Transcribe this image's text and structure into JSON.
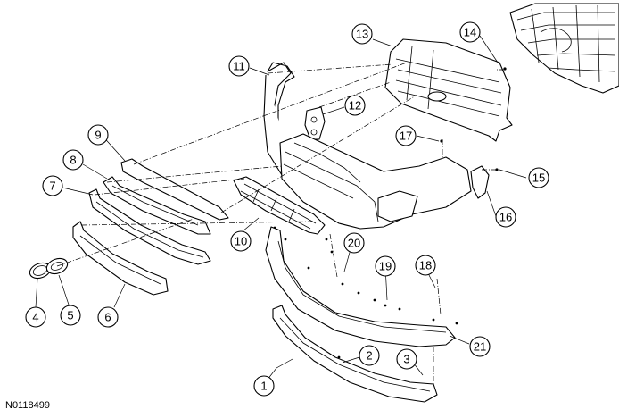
{
  "figure": {
    "reference_code": "N0118499",
    "callouts": [
      {
        "id": "c1",
        "label": "1"
      },
      {
        "id": "c2",
        "label": "2"
      },
      {
        "id": "c3",
        "label": "3"
      },
      {
        "id": "c4",
        "label": "4"
      },
      {
        "id": "c5",
        "label": "5"
      },
      {
        "id": "c6",
        "label": "6"
      },
      {
        "id": "c7",
        "label": "7"
      },
      {
        "id": "c8",
        "label": "8"
      },
      {
        "id": "c9",
        "label": "9"
      },
      {
        "id": "c10",
        "label": "10"
      },
      {
        "id": "c11",
        "label": "11"
      },
      {
        "id": "c12",
        "label": "12"
      },
      {
        "id": "c13",
        "label": "13"
      },
      {
        "id": "c14",
        "label": "14"
      },
      {
        "id": "c15",
        "label": "15"
      },
      {
        "id": "c16",
        "label": "16"
      },
      {
        "id": "c17",
        "label": "17"
      },
      {
        "id": "c18",
        "label": "18"
      },
      {
        "id": "c19",
        "label": "19"
      },
      {
        "id": "c20",
        "label": "20"
      },
      {
        "id": "c21",
        "label": "21"
      }
    ]
  }
}
